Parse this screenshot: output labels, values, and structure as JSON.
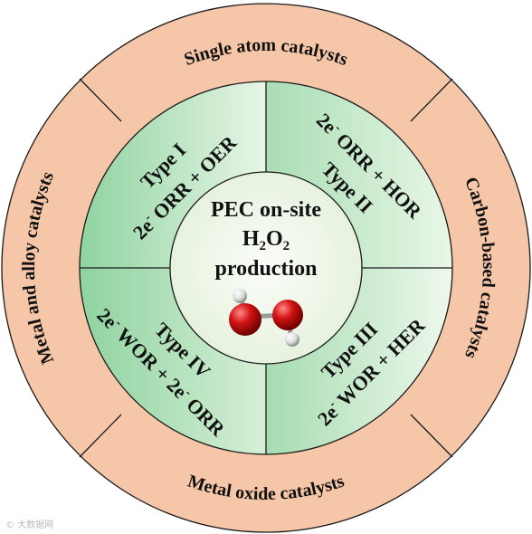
{
  "center": {
    "line1": "PEC on-site",
    "formula_base1": "H",
    "formula_sub1": "2",
    "formula_base2": "O",
    "formula_sub2": "2",
    "line3": "production"
  },
  "outer_ring": {
    "top": "Single atom catalysts",
    "right": "Carbon-based catalysts",
    "bottom": "Metal oxide catalysts",
    "left": "Metal and alloy catalysts"
  },
  "quadrants": {
    "type1": {
      "title": "Type I",
      "prefix": "2e",
      "sup": "-",
      "rest": " ORR + OER"
    },
    "type2": {
      "title": "Type II",
      "prefix": "2e",
      "sup": "-",
      "rest": " ORR + HOR"
    },
    "type3": {
      "title": "Type III",
      "prefix": "2e",
      "sup": "-",
      "rest": " WOR + HER"
    },
    "type4": {
      "title": "Type IV",
      "prefix": "2e",
      "sup": "-",
      "mid": " WOR + 2e",
      "sup2": "-",
      "rest": " ORR"
    }
  },
  "watermark": "© 大数据网",
  "colors": {
    "outer_ring": "#f6c6a8",
    "quadrant_dark": "#8fd3a0",
    "quadrant_light": "#eef8ec",
    "center": "#f1f7ec",
    "outline": "#1a1a1a"
  }
}
